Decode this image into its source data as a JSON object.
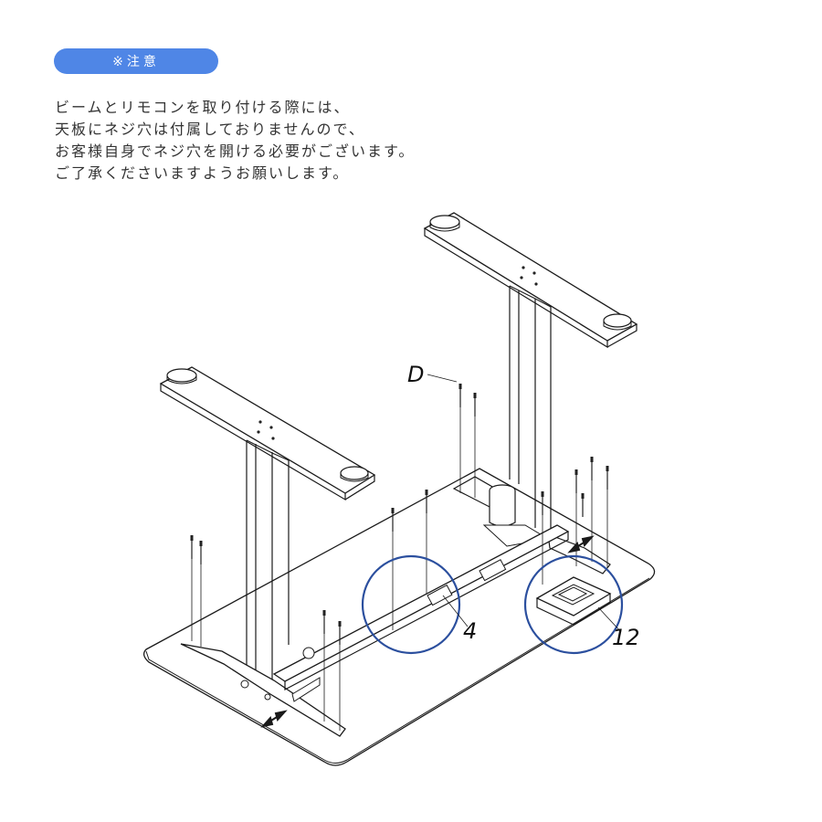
{
  "header": {
    "badge_label": "※注意",
    "badge_color": "#4f86e6"
  },
  "notice": {
    "lines": [
      "ビームとリモコンを取り付ける際には、",
      "天板にネジ穴は付属しておりませんので、",
      "お客様自身でネジ穴を開ける必要がございます。",
      "ご了承くださいますようお願いします。"
    ]
  },
  "diagram": {
    "callouts": {
      "screw": "D",
      "beam": "4",
      "controller": "12"
    },
    "highlight_color": "#2b4f9e"
  }
}
